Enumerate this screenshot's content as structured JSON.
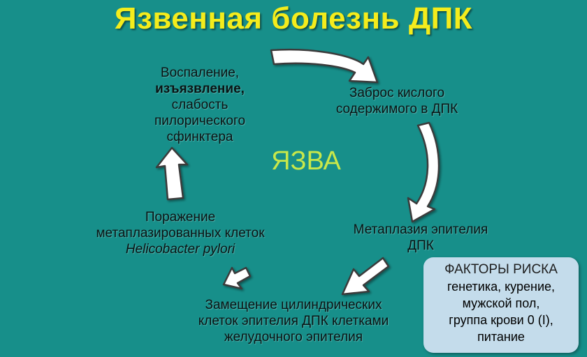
{
  "title": "Язвенная болезнь ДПК",
  "center_label": "ЯЗВА",
  "nodes": {
    "inflammation": [
      "Воспаление,",
      "изъязвление,",
      "слабость",
      "пилорического",
      "сфинктера"
    ],
    "reflux": [
      "Заброс кислого",
      "содержимого в ДПК"
    ],
    "metaplasia": [
      "Метаплазия эпителия",
      "ДПК"
    ],
    "replacement": [
      "Замещение цилиндрических",
      "клеток эпителия ДПК клетками",
      "желудочного эпителия"
    ],
    "damage": [
      "Поражение",
      "метаплазированных клеток",
      "Helicobacter pylori"
    ]
  },
  "risk_factors": {
    "title": "ФАКТОРЫ РИСКА",
    "lines": [
      "генетика, курение,",
      "мужской пол,",
      "группа крови 0 (I),",
      "питание"
    ]
  },
  "colors": {
    "background": "#178f8a",
    "title": "#f4ec1c",
    "center": "#c8e84a",
    "risk_box": "#c4dceb"
  }
}
